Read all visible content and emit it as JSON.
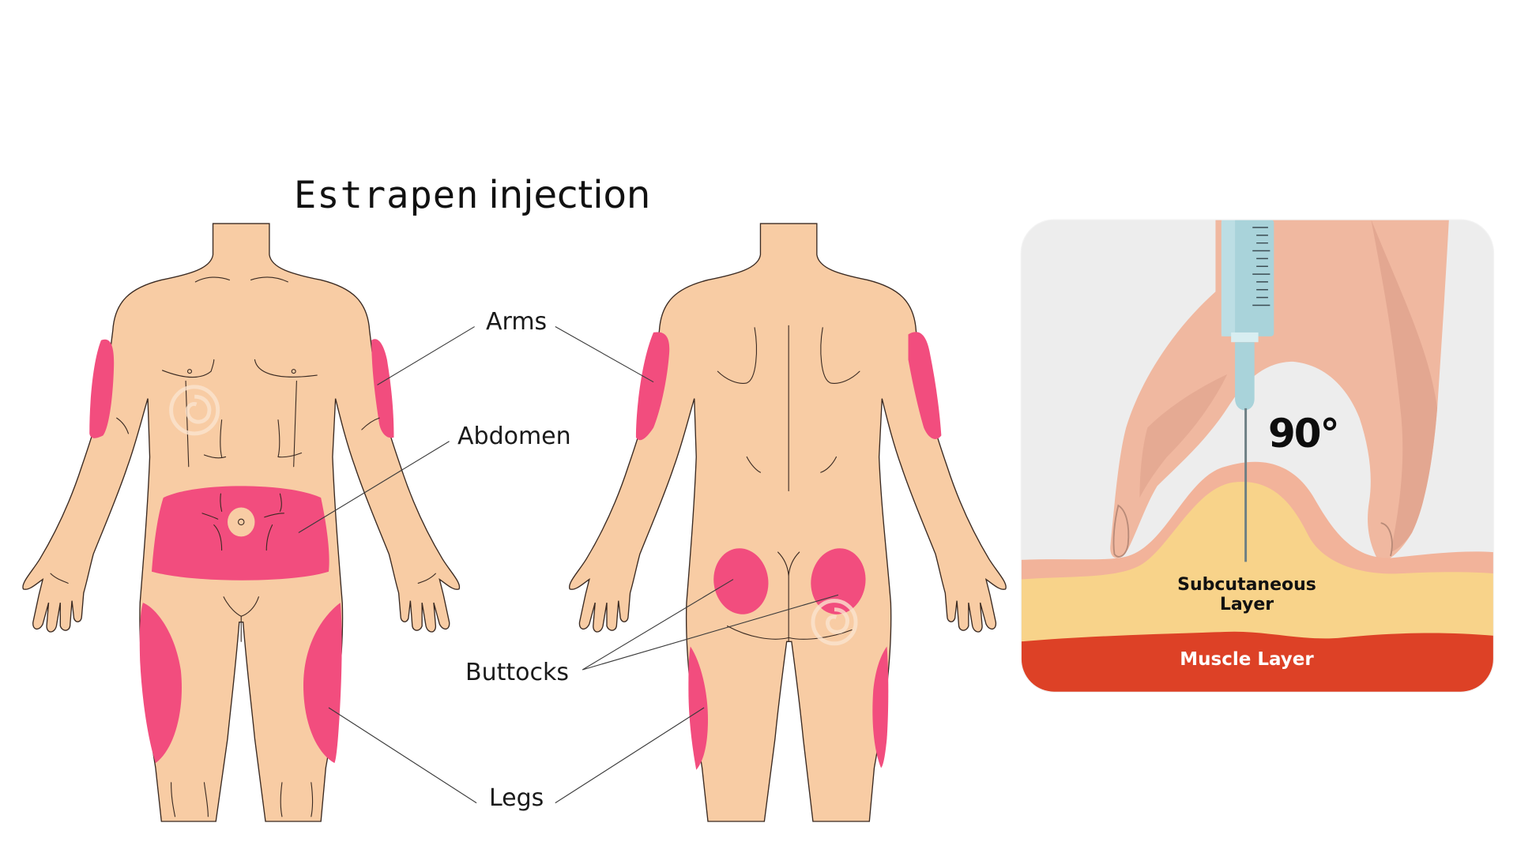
{
  "title": {
    "word1": "Estrapen",
    "word2": "injection"
  },
  "labels": {
    "arms": "Arms",
    "abdomen": "Abdomen",
    "buttocks": "Buttocks",
    "legs": "Legs"
  },
  "figures": {
    "front_view": "front-body-figure",
    "back_view": "back-body-figure"
  },
  "injection_panel": {
    "angle": "90°",
    "subcutaneous_label_line1": "Subcutaneous",
    "subcutaneous_label_line2": "Layer",
    "muscle_label": "Muscle Layer"
  },
  "colors": {
    "skin": "#F8CCA4",
    "injection_site": "#F24D7E",
    "outline": "#3a2a22",
    "panel_bg": "#EDEDED",
    "hand": "#F0B8A0",
    "hand_shadow": "#DDA08A",
    "skin_layer": "#F2B39A",
    "fat_layer": "#F8D38A",
    "muscle_layer": "#DD4126",
    "syringe": "#A9D3DA"
  }
}
